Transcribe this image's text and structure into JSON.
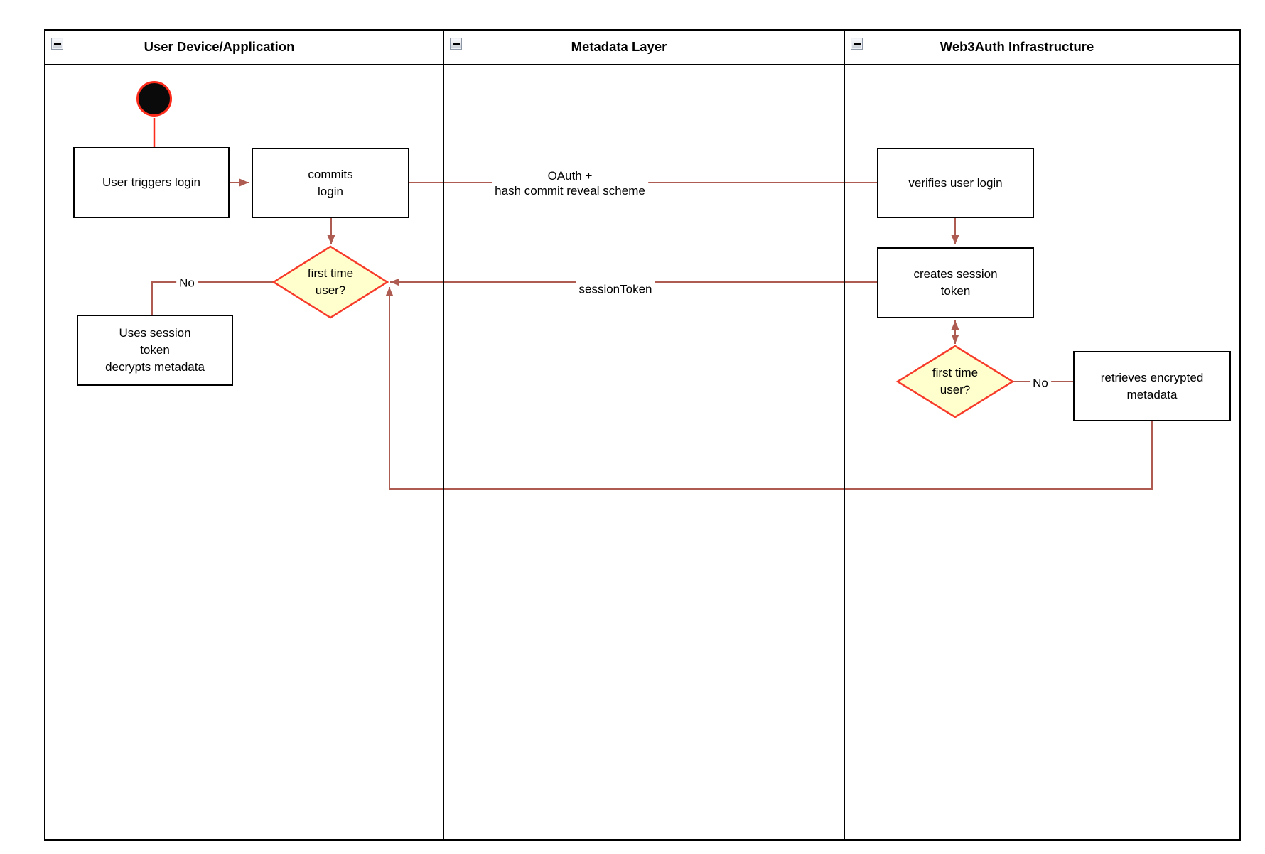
{
  "colors": {
    "line_color": "#ae5b52",
    "start_stroke": "#fb2c1c",
    "diamond_stroke": "#f73b2a",
    "diamond_fill": "#ffffcd",
    "frame_border": "#000000"
  },
  "lanes": [
    {
      "title": "User Device/Application"
    },
    {
      "title": "Metadata Layer"
    },
    {
      "title": "Web3Auth Infrastructure"
    }
  ],
  "nodes": {
    "user_triggers_login": {
      "label": "User triggers login"
    },
    "commits_login": {
      "lines": [
        "commits",
        "login"
      ]
    },
    "first_time_user_1": {
      "lines": [
        "first time",
        "user?"
      ]
    },
    "uses_session_token": {
      "lines": [
        "Uses session",
        "token",
        "decrypts metadata"
      ]
    },
    "verifies_user_login": {
      "label": "verifies user login"
    },
    "creates_session_token": {
      "lines": [
        "creates session",
        "token"
      ]
    },
    "first_time_user_2": {
      "lines": [
        "first time",
        "user?"
      ]
    },
    "retrieves_encrypted_metadata": {
      "lines": [
        "retrieves encrypted",
        "metadata"
      ]
    }
  },
  "edge_labels": {
    "oauth": {
      "lines": [
        "OAuth +",
        "hash commit reveal scheme"
      ]
    },
    "session_token": "sessionToken",
    "no_1": "No",
    "no_2": "No"
  },
  "icons": {
    "collapse": "minus-collapse-icon"
  }
}
